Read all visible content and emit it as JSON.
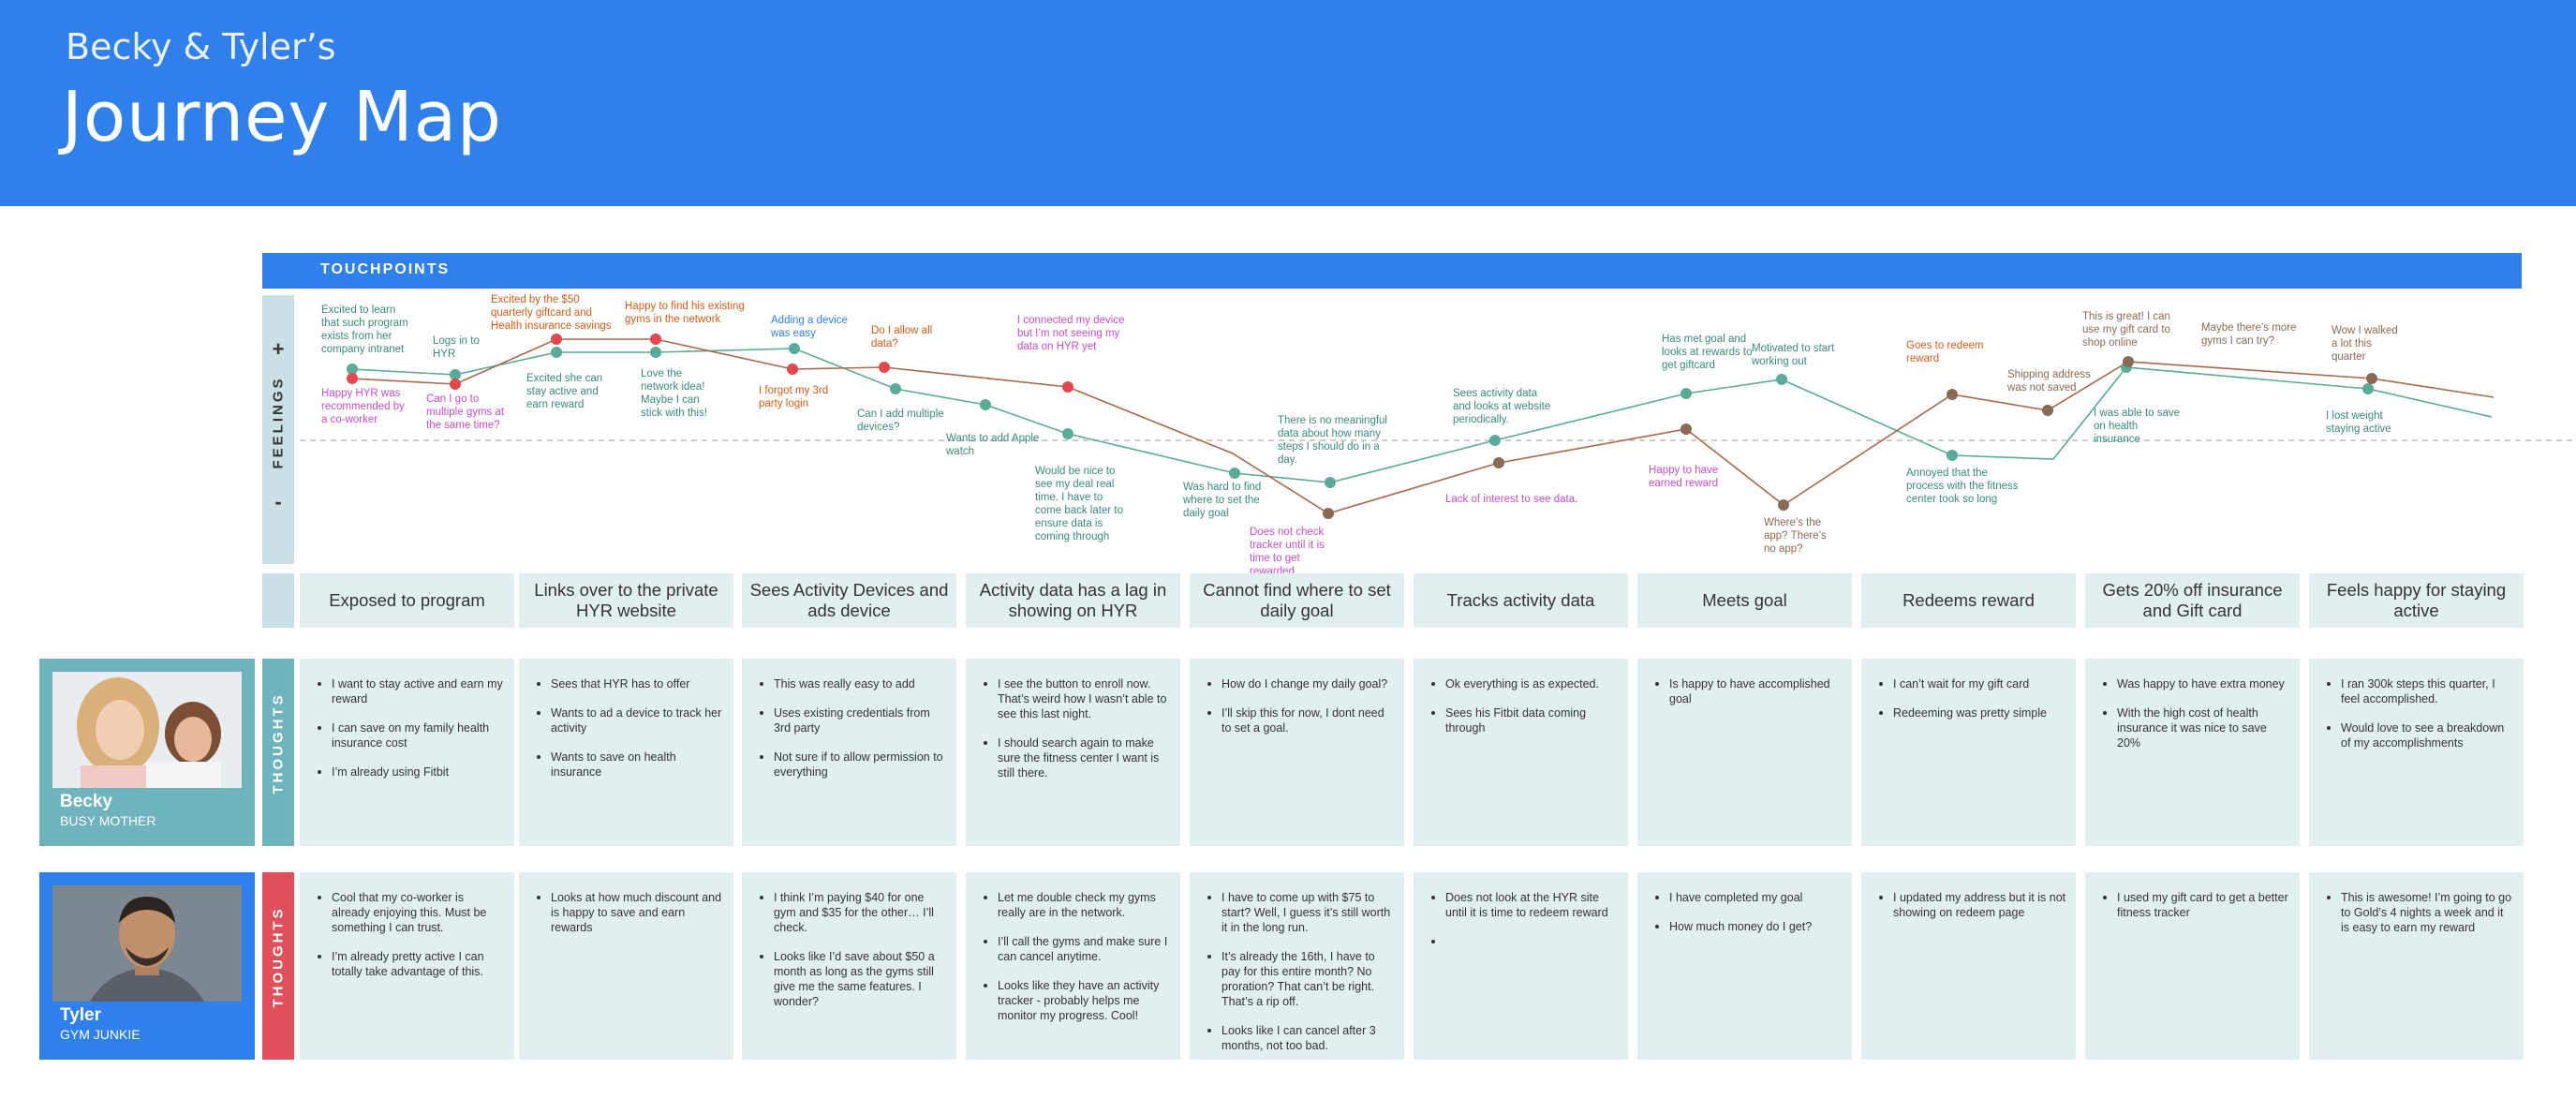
{
  "header": {
    "subtitle": "Becky & Tyler’s",
    "title": "Journey Map"
  },
  "touchpoints_label": "TOUCHPOINTS",
  "feelings": {
    "label": "FEELINGS",
    "plus": "+",
    "minus": "-"
  },
  "annotations": [
    {
      "text": "Excited to learn that such program exists from her company intranet",
      "color": "#3a8a7c"
    },
    {
      "text": "Happy HYR was recommended by a co-worker",
      "color": "#c84ec6"
    },
    {
      "text": "Logs in to HYR",
      "color": "#3a8a7c"
    },
    {
      "text": "Can I go to multiple gyms at the same time?",
      "color": "#c84ec6"
    },
    {
      "text": "Excited by the $50 quarterly giftcard and Health insurance savings",
      "color": "#d35c16"
    },
    {
      "text": "Excited she can stay active and earn reward",
      "color": "#3a8a7c"
    },
    {
      "text": "Happy to find his existing gyms in the network",
      "color": "#d35c16"
    },
    {
      "text": "Love the network idea! Maybe I can stick with this!",
      "color": "#3a8a7c"
    },
    {
      "text": "Adding a device was easy",
      "color": "#2f80ea"
    },
    {
      "text": "I forgot my 3rd party login",
      "color": "#d35c16"
    },
    {
      "text": "Do I allow all data?",
      "color": "#d35c16"
    },
    {
      "text": "Can I add multiple devices?",
      "color": "#3a8a7c"
    },
    {
      "text": "I connected my device but I’m not seeing my data on HYR yet",
      "color": "#c84ec6"
    },
    {
      "text": "Wants to add Apple watch",
      "color": "#3a8a7c"
    },
    {
      "text": "Would be nice to see my deal real time. I have to come back later to ensure data is coming through",
      "color": "#3a8a7c"
    },
    {
      "text": "Was hard to find where to set the daily goal",
      "color": "#3a8a7c"
    },
    {
      "text": "Does not check tracker until it is time to get rewarded",
      "color": "#c84ec6"
    },
    {
      "text": "There is no meaningful data about how many steps I should do in a day.",
      "color": "#3a8a7c"
    },
    {
      "text": "Sees activity data and looks at website periodically.",
      "color": "#3a8a7c"
    },
    {
      "text": "Lack of interest to see data.",
      "color": "#c84ec6"
    },
    {
      "text": "Has met goal and looks at rewards to get giftcard",
      "color": "#3a8a7c"
    },
    {
      "text": "Happy to have earned reward",
      "color": "#c84ec6"
    },
    {
      "text": "Motivated to start working out",
      "color": "#3a8a7c"
    },
    {
      "text": "Where’s the app? There’s no app?",
      "color": "#8a6a52"
    },
    {
      "text": "Goes to redeem reward",
      "color": "#d35c16"
    },
    {
      "text": "Annoyed that the process with the fitness center took so long",
      "color": "#3a8a7c"
    },
    {
      "text": "Shipping address was not saved",
      "color": "#8a6a52"
    },
    {
      "text": "This is great! I can use my gift card to shop online",
      "color": "#8a6a52"
    },
    {
      "text": "I was able to save on health insurance",
      "color": "#3a8a7c"
    },
    {
      "text": "Maybe there’s more gyms I can try?",
      "color": "#8a6a52"
    },
    {
      "text": "Wow I walked a lot this quarter",
      "color": "#8a6a52"
    },
    {
      "text": "I lost weight staying active",
      "color": "#3a8a7c"
    }
  ],
  "stages": [
    "Exposed to program",
    "Links over to the private HYR website",
    "Sees Activity Devices and ads device",
    "Activity data has a lag in showing on HYR",
    "Cannot find where to set daily goal",
    "Tracks activity data",
    "Meets goal",
    "Redeems reward",
    "Gets 20% off insurance and Gift card",
    "Feels happy for staying active"
  ],
  "becky": {
    "name": "Becky",
    "role": "BUSY MOTHER",
    "label": "THOUGHTS",
    "color": "#6fb3bd",
    "thoughts": [
      [
        "I want to stay active and earn my reward",
        "I can save on my family health insurance cost",
        "I’m already using Fitbit"
      ],
      [
        "Sees that HYR has to offer",
        "Wants to ad a device to track her activity",
        "Wants to save on health insurance"
      ],
      [
        "This was really easy to add",
        "Uses existing credentials from 3rd party",
        "Not sure if to allow permission to everything"
      ],
      [
        "I see the button to enroll now. That’s weird how I wasn’t able to see this last night.",
        "I should search again to make sure the fitness center I want is still there."
      ],
      [
        "How do I change my daily goal?",
        "I’ll skip this for now, I dont need to set a goal."
      ],
      [
        "Ok everything is as expected.",
        "Sees his Fitbit data coming through"
      ],
      [
        "Is happy to have accomplished goal"
      ],
      [
        "I can’t wait for my gift card",
        "Redeeming was pretty simple"
      ],
      [
        "Was happy to have extra money",
        "With the high cost of health insurance it was nice to save 20%"
      ],
      [
        "I ran 300k steps this quarter, I feel accomplished.",
        "Would love to see a breakdown of my accomplishments"
      ]
    ]
  },
  "tyler": {
    "name": "Tyler",
    "role": "GYM JUNKIE",
    "label": "THOUGHTS",
    "color": "#2f80ea",
    "label_color": "#e0505a",
    "thoughts": [
      [
        "Cool that my co-worker is already enjoying this. Must be something I can trust.",
        "I’m already pretty active I can totally take advantage of this."
      ],
      [
        "Looks at how much discount and is happy to save and earn rewards"
      ],
      [
        "I think I’m paying $40 for one gym and $35 for the other… I’ll check.",
        "Looks like I’d save about $50 a month as long as the gyms still give me the same features. I wonder?"
      ],
      [
        "Let me double check my gyms really are in the network.",
        "I’ll call the gyms and make sure I can cancel anytime.",
        "Looks like they have an activity tracker - probably helps me monitor my progress. Cool!"
      ],
      [
        "I have to come up with $75 to start? Well, I guess it’s still worth it in the long run.",
        "It’s already the 16th, I have to pay for this entire month? No proration? That can’t be right. That’s a rip off.",
        "Looks like I can cancel after 3 months, not too bad."
      ],
      [
        "Does not look at the HYR site until it is time to redeem reward",
        ""
      ],
      [
        "I have completed my goal",
        "How much money do I get?"
      ],
      [
        "I updated my address but it is not showing on redeem page"
      ],
      [
        "I used my gift card to get a better fitness tracker"
      ],
      [
        "This is awesome! I’m going to go to Gold’s 4 nights a week and it is easy to earn my reward"
      ]
    ]
  },
  "colors": {
    "teal_line": "#5aab97",
    "brown_line": "#a8694a",
    "red_dot": "#e4474f",
    "brown_dot": "#8a6a52"
  }
}
